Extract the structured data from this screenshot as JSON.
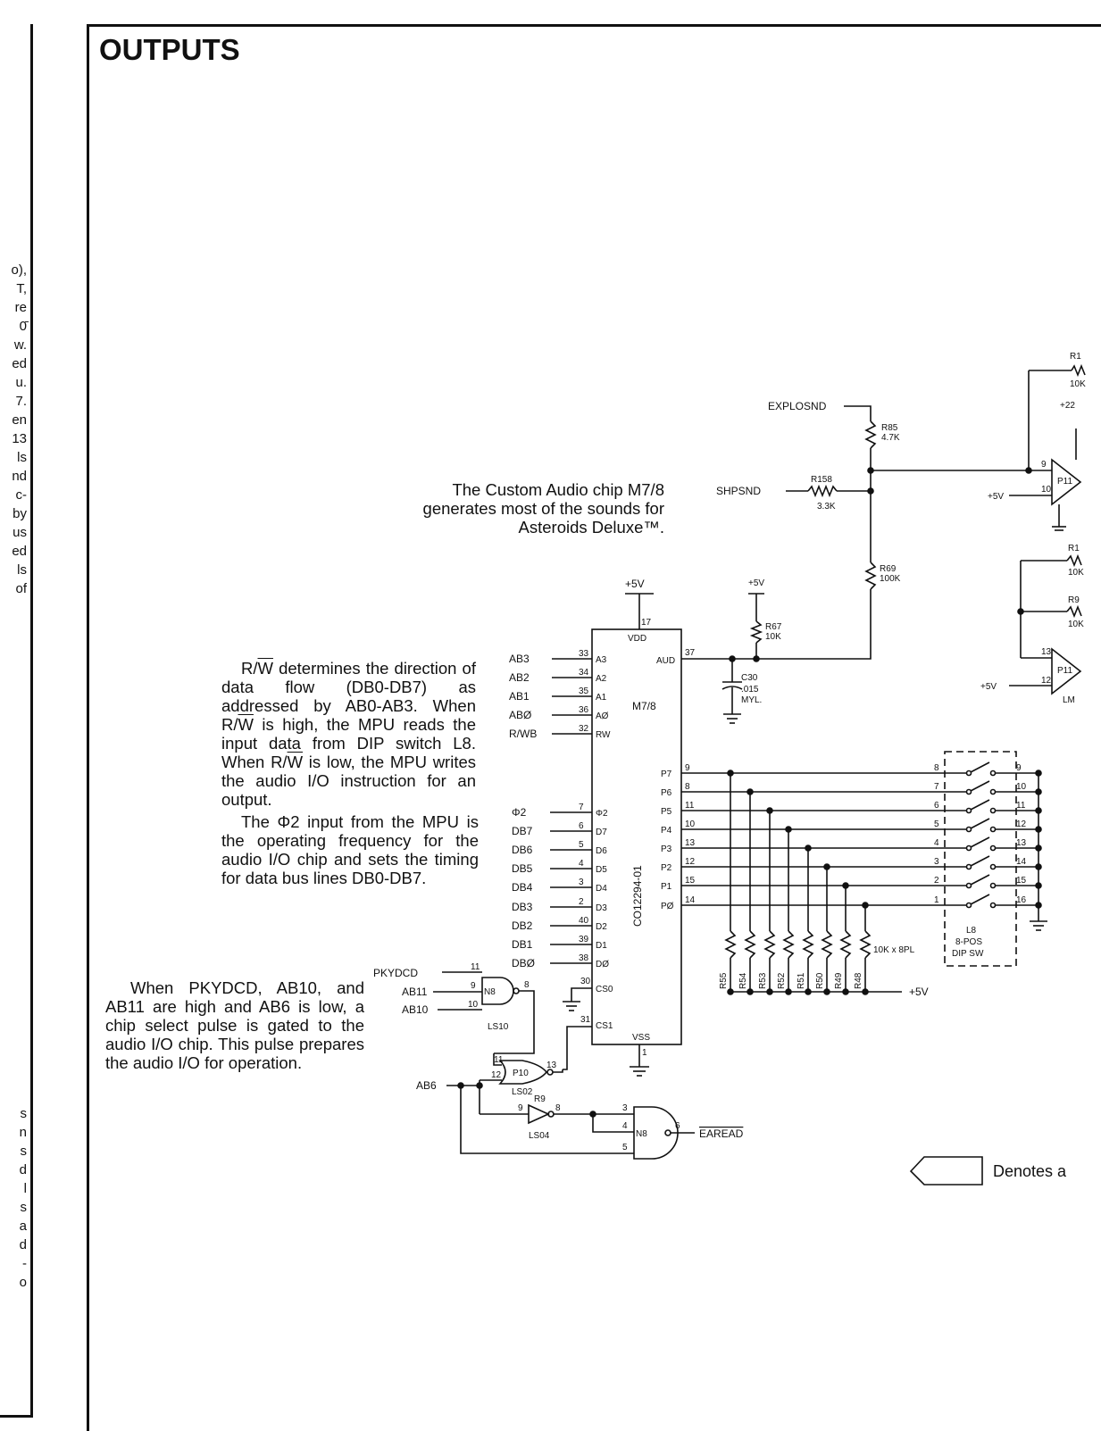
{
  "page": {
    "title": "OUTPUTS"
  },
  "left_sliver": {
    "lines_a": [
      "o),",
      "T,",
      "re",
      "0̄",
      "w.",
      "ed",
      "u.",
      "7.",
      "en",
      "13",
      "ls",
      "nd",
      "c-",
      "by",
      "us",
      "ed",
      "ls",
      "of"
    ],
    "lines_b": [
      "s",
      "n",
      "s",
      "d",
      "l",
      "s",
      "a",
      "d",
      "-",
      "o"
    ]
  },
  "notes": {
    "audio_chip": "The Custom Audio chip M7/8 generates most of the sounds for Asteroids Deluxe™.",
    "rw_part1": "R/",
    "rw_w": "W",
    "rw_part2": " determines the direction of data flow (DB0-DB7) as addressed by AB0-AB3. When ",
    "rw_part3": " is high, the MPU reads the input data from DIP switch L8. When ",
    "rw_part4": " is low, the MPU writes the audio I/O instruction for an output.",
    "phi2": "The Φ2 input from the MPU is the operating frequency for the audio I/O chip and sets the timing for data bus lines DB0-DB7.",
    "chip_select": "When PKYDCD, AB10, and AB11 are high and AB6 is low, a chip select pulse is gated to the audio I/O chip. This pulse prepares the audio I/O for operation."
  },
  "legend": {
    "text": "Denotes a"
  },
  "schematic": {
    "chip_name": "M7/8",
    "chip_part": "CO12294-01",
    "vdd": "VDD",
    "vss": "VSS",
    "plus5v": "+5V",
    "plus5v_small": "+5V",
    "pin_vdd": "17",
    "pin_vss": "1",
    "aud_label": "AUD",
    "aud_pin": "37",
    "addr_inputs": [
      {
        "sig": "AB3",
        "pin": "33",
        "name": "A3"
      },
      {
        "sig": "AB2",
        "pin": "34",
        "name": "A2"
      },
      {
        "sig": "AB1",
        "pin": "35",
        "name": "A1"
      },
      {
        "sig": "ABØ",
        "pin": "36",
        "name": "AØ"
      },
      {
        "sig": "R/WB",
        "pin": "32",
        "name": "RW"
      }
    ],
    "data_inputs": [
      {
        "sig": "Φ2",
        "pin": "7",
        "name": "Φ2"
      },
      {
        "sig": "DB7",
        "pin": "6",
        "name": "D7"
      },
      {
        "sig": "DB6",
        "pin": "5",
        "name": "D6"
      },
      {
        "sig": "DB5",
        "pin": "4",
        "name": "D5"
      },
      {
        "sig": "DB4",
        "pin": "3",
        "name": "D4"
      },
      {
        "sig": "DB3",
        "pin": "2",
        "name": "D3"
      },
      {
        "sig": "DB2",
        "pin": "40",
        "name": "D2"
      },
      {
        "sig": "DB1",
        "pin": "39",
        "name": "D1"
      },
      {
        "sig": "DBØ",
        "pin": "38",
        "name": "DØ"
      }
    ],
    "cs_pins": [
      {
        "pin": "30",
        "name": "CS0"
      },
      {
        "pin": "31",
        "name": "CS1"
      }
    ],
    "ports": [
      {
        "name": "P7",
        "pin": "9",
        "sw": "8",
        "out": "9",
        "res": "R55"
      },
      {
        "name": "P6",
        "pin": "8",
        "sw": "7",
        "out": "10",
        "res": "R54"
      },
      {
        "name": "P5",
        "pin": "11",
        "sw": "6",
        "out": "11",
        "res": "R53"
      },
      {
        "name": "P4",
        "pin": "10",
        "sw": "5",
        "out": "12",
        "res": "R52"
      },
      {
        "name": "P3",
        "pin": "13",
        "sw": "4",
        "out": "13",
        "res": "R51"
      },
      {
        "name": "P2",
        "pin": "12",
        "sw": "3",
        "out": "14",
        "res": "R50"
      },
      {
        "name": "P1",
        "pin": "15",
        "sw": "2",
        "out": "15",
        "res": "R49"
      },
      {
        "name": "PØ",
        "pin": "14",
        "sw": "1",
        "out": "16",
        "res": "R48"
      }
    ],
    "res_network": "10K x 8PL",
    "dip_label_1": "L8",
    "dip_label_2": "8-POS",
    "dip_label_3": "DIP SW",
    "pullup_5v": "+5V",
    "explosnd": "EXPLOSND",
    "shpsnd": "SHPSND",
    "r85": "R85",
    "r85_val": "4.7K",
    "r158": "R158",
    "r158_val": "3.3K",
    "r69": "R69",
    "r69_val": "100K",
    "r67": "R67",
    "r67_val": "10K",
    "c30": "C30",
    "c30_val": ".015",
    "c30_type": "MYL.",
    "opamp1_pin_in": "9",
    "opamp1_pin_ref": "10",
    "opamp1_name": "P11",
    "opamp2_pin_in": "13",
    "opamp2_pin_ref": "12",
    "opamp2_name": "P11",
    "opamp2_type": "LM",
    "plus22": "+22",
    "r_top": "R1",
    "r_top_val": "10K",
    "r_mid": "R1",
    "r_mid_val": "10K",
    "r_mid2": "R9",
    "r_mid2_val": "10K",
    "pkydcd": "PKYDCD",
    "ab11": "AB11",
    "ab10": "AB10",
    "ab6": "AB6",
    "n8_top": "N8",
    "ls10": "LS10",
    "n8_pin_a": "11",
    "n8_pin_b": "9",
    "n8_pin_c": "10",
    "n8_pin_out": "8",
    "p10": "P10",
    "ls02": "LS02",
    "p10_pin_a": "11",
    "p10_pin_b": "12",
    "p10_pin_out": "13",
    "r9": "R9",
    "ls04": "LS04",
    "inv_pin_in": "9",
    "inv_pin_out": "8",
    "n8_bottom": "N8",
    "nb_pin_a": "3",
    "nb_pin_b": "4",
    "nb_pin_c": "5",
    "nb_pin_out": "6",
    "earead": "EAREAD"
  }
}
